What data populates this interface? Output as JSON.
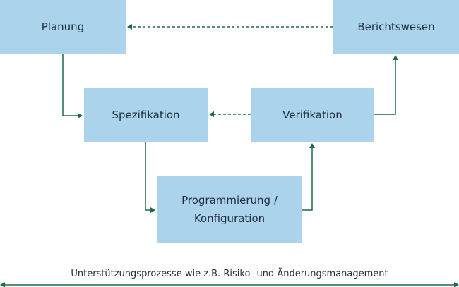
{
  "diagram": {
    "boxes": {
      "planung": "Planung",
      "berichtswesen": "Berichtswesen",
      "spezifikation": "Spezifikation",
      "verifikation": "Verifikation",
      "programmierung_line1": "Programmierung /",
      "programmierung_line2": "Konfiguration"
    },
    "footer": "Unterstützungsprozesse wie z.B. Risiko- und Änderungsmanagement",
    "colors": {
      "box_fill": "#abd3eb",
      "arrow": "#1f6b46",
      "text": "#1f2d3d"
    }
  }
}
